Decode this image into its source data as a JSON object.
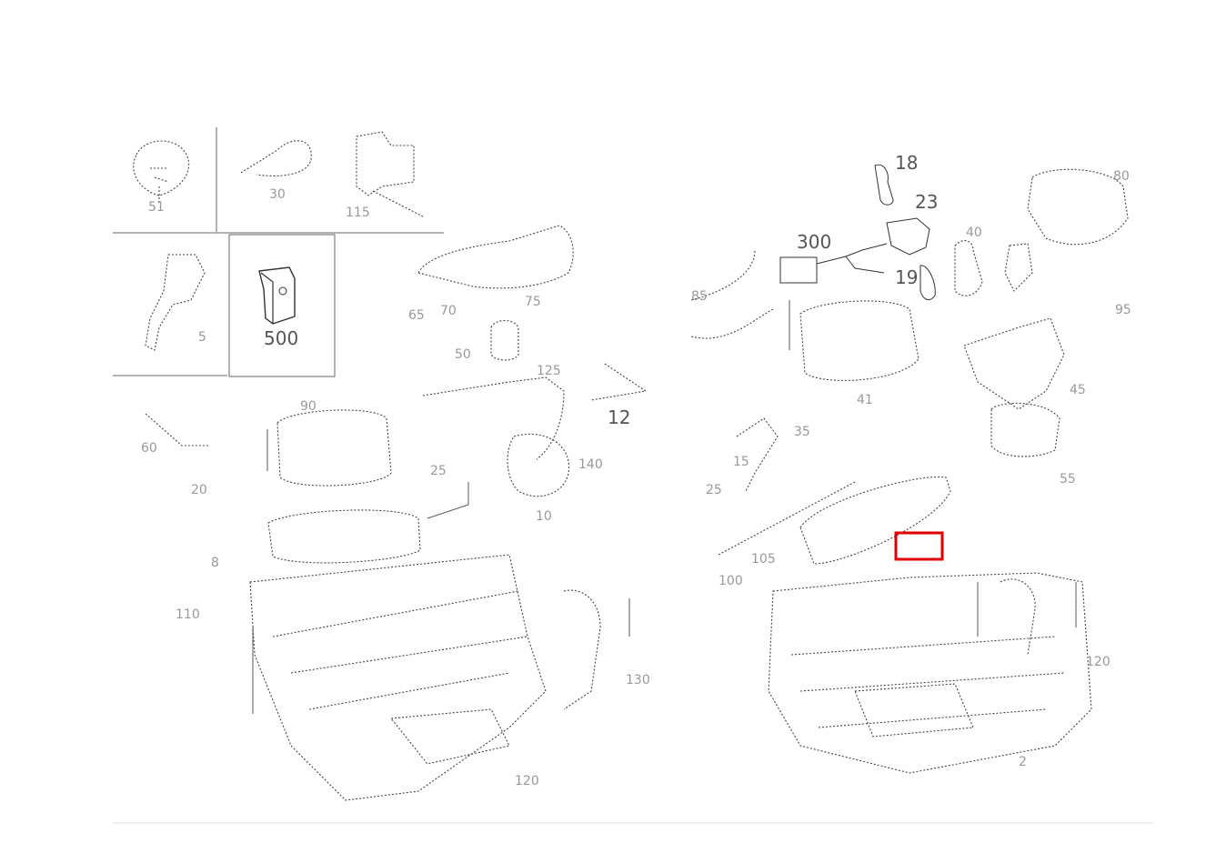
{
  "diagram": {
    "labels": {
      "p18": "18",
      "p23": "23",
      "p300": "300",
      "p19": "19",
      "p500": "500",
      "p12": "12",
      "p90": "90",
      "p95": "95",
      "p100": "100",
      "p105": "105",
      "p110": "110",
      "p120": "120",
      "p130": "130",
      "p140": "140",
      "p40": "40",
      "p41": "41",
      "p15": "15",
      "p25": "25",
      "p35": "35",
      "p45": "45",
      "p55": "55",
      "p65": "65",
      "p70": "70",
      "p75": "75",
      "p80": "80",
      "p85": "85",
      "p50": "50",
      "p60": "60",
      "p5": "5",
      "p10": "10",
      "p20": "20",
      "p30": "30",
      "p2": "2",
      "p8": "8",
      "p125": "125",
      "p115": "115",
      "p51": "51"
    },
    "highlight_color": "#e00000"
  }
}
